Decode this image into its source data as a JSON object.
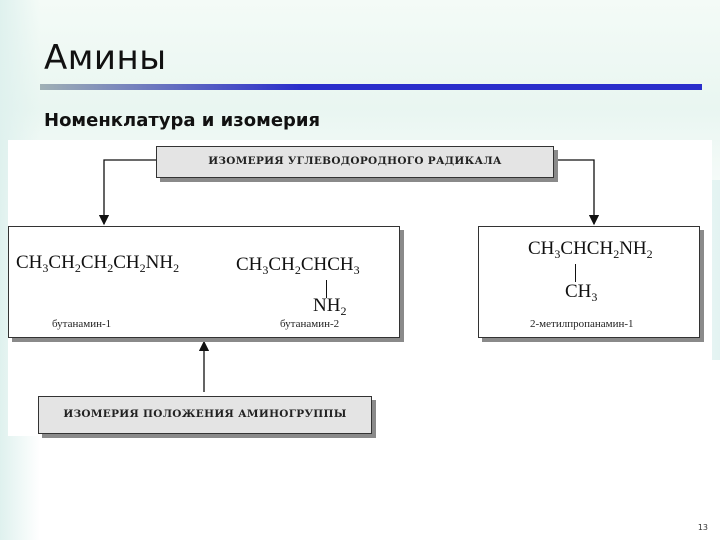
{
  "slide": {
    "title": "Амины",
    "subtitle": "Номенклатура и изомерия",
    "page_number": "13"
  },
  "diagram": {
    "top_box": "ИЗОМЕРИЯ УГЛЕВОДОРОДНОГО РАДИКАЛА",
    "bottom_box": "ИЗОМЕРИЯ ПОЛОЖЕНИЯ АМИНОГРУППЫ",
    "compound1": {
      "name": "бутанамин-1"
    },
    "compound2": {
      "name": "бутанамин-2"
    },
    "compound3": {
      "name": "2-метилпропанамин-1"
    }
  },
  "colors": {
    "title_rule": "#2a2ecb",
    "label_box_fill": "#e4e4e4",
    "box_shadow": "#8a8a8a"
  }
}
